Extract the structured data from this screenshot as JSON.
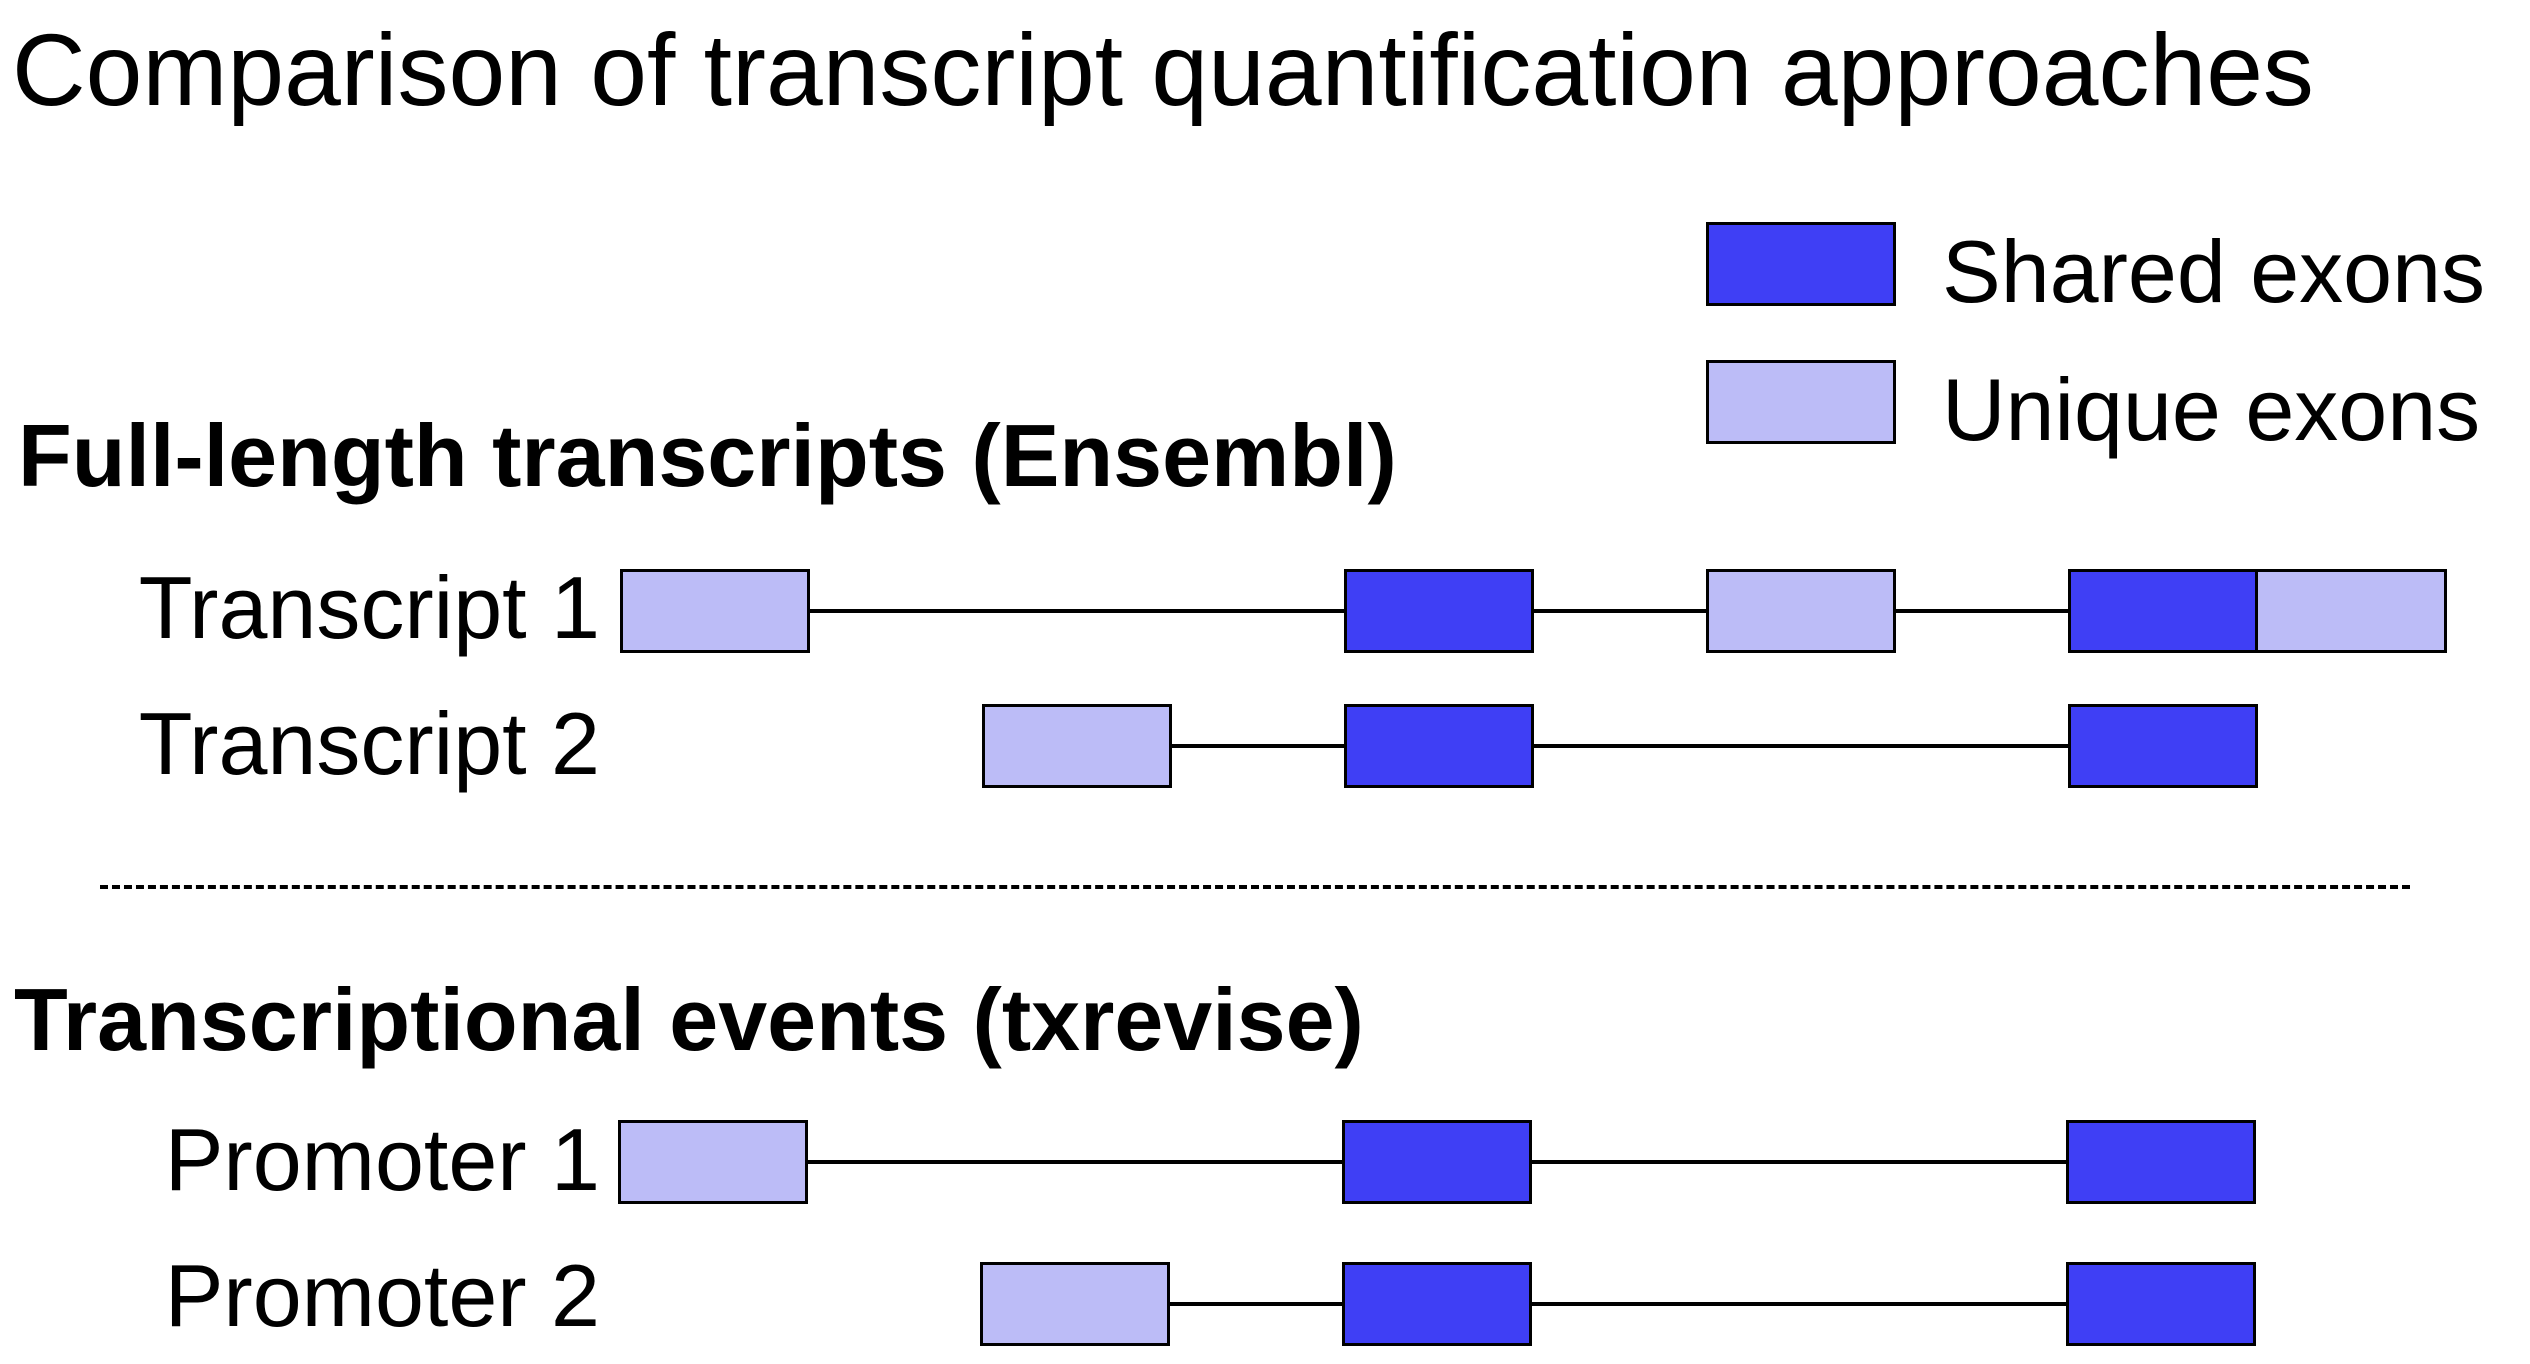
{
  "title": "Comparison of transcript quantification approaches",
  "colors": {
    "shared": "#3f3ff5",
    "unique": "#bcbcf7"
  },
  "legend": {
    "shared_label": "Shared exons",
    "unique_label": "Unique exons"
  },
  "sections": [
    {
      "title": "Full-length transcripts (Ensembl)",
      "rows": [
        {
          "label": "Transcript 1",
          "exons": [
            {
              "type": "unique"
            },
            {
              "type": "shared"
            },
            {
              "type": "unique"
            },
            {
              "type": "shared"
            },
            {
              "type": "unique"
            }
          ]
        },
        {
          "label": "Transcript 2",
          "exons": [
            {
              "type": "unique"
            },
            {
              "type": "shared"
            },
            {
              "type": "shared"
            }
          ]
        }
      ]
    },
    {
      "title": "Transcriptional events (txrevise)",
      "rows": [
        {
          "label": "Promoter 1",
          "exons": [
            {
              "type": "unique"
            },
            {
              "type": "shared"
            },
            {
              "type": "shared"
            }
          ]
        },
        {
          "label": "Promoter 2",
          "exons": [
            {
              "type": "unique"
            },
            {
              "type": "shared"
            },
            {
              "type": "shared"
            }
          ]
        }
      ]
    }
  ]
}
